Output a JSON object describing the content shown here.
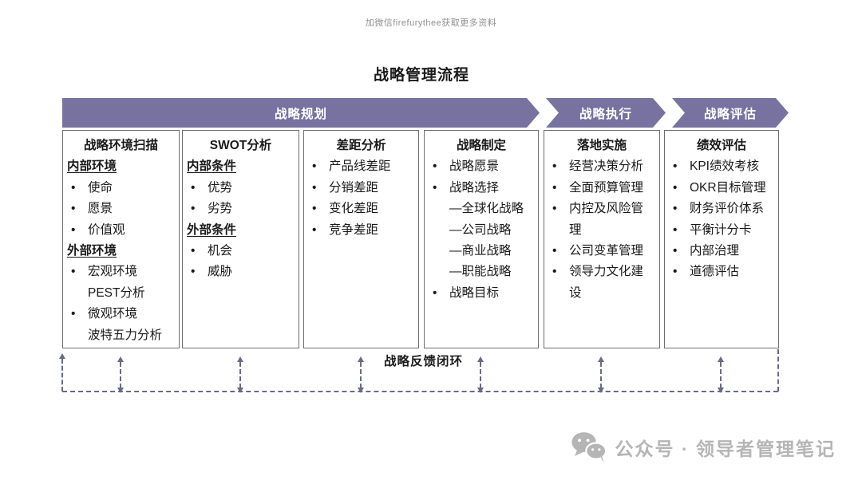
{
  "watermark": "加微信firefurythee获取更多资料",
  "title": "战略管理流程",
  "banner": {
    "segments": [
      "战略规划",
      "战略执行",
      "战略评估"
    ]
  },
  "columns": [
    {
      "header": "战略环境扫描",
      "items": [
        {
          "type": "subheader",
          "text": "内部环境"
        },
        {
          "type": "bullet",
          "text": "使命"
        },
        {
          "type": "bullet",
          "text": "愿景"
        },
        {
          "type": "bullet",
          "text": "价值观"
        },
        {
          "type": "subheader",
          "text": "外部环境"
        },
        {
          "type": "bullet",
          "text": "宏观环境"
        },
        {
          "type": "indent",
          "text": "PEST分析"
        },
        {
          "type": "bullet",
          "text": "微观环境"
        },
        {
          "type": "indent",
          "text": "波特五力分析"
        }
      ]
    },
    {
      "header": "SWOT分析",
      "items": [
        {
          "type": "subheader",
          "text": "内部条件"
        },
        {
          "type": "bullet",
          "text": "优势"
        },
        {
          "type": "bullet",
          "text": "劣势"
        },
        {
          "type": "subheader",
          "text": "外部条件"
        },
        {
          "type": "bullet",
          "text": "机会"
        },
        {
          "type": "bullet",
          "text": "威胁"
        }
      ]
    },
    {
      "header": "差距分析",
      "items": [
        {
          "type": "bullet",
          "text": "产品线差距"
        },
        {
          "type": "bullet",
          "text": "分销差距"
        },
        {
          "type": "bullet",
          "text": "变化差距"
        },
        {
          "type": "bullet",
          "text": "竞争差距"
        }
      ]
    },
    {
      "header": "战略制定",
      "items": [
        {
          "type": "bullet",
          "text": "战略愿景"
        },
        {
          "type": "bullet",
          "text": "战略选择"
        },
        {
          "type": "indent",
          "text": "—全球化战略"
        },
        {
          "type": "indent",
          "text": "—公司战略"
        },
        {
          "type": "indent",
          "text": "—商业战略"
        },
        {
          "type": "indent",
          "text": "—职能战略"
        },
        {
          "type": "bullet",
          "text": "战略目标"
        }
      ]
    },
    {
      "header": "落地实施",
      "items": [
        {
          "type": "bullet",
          "text": "经营决策分析"
        },
        {
          "type": "bullet",
          "text": "全面预算管理"
        },
        {
          "type": "bullet",
          "text": "内控及风险管理"
        },
        {
          "type": "bullet",
          "text": "公司变革管理"
        },
        {
          "type": "bullet",
          "text": "领导力文化建设"
        }
      ]
    },
    {
      "header": "绩效评估",
      "items": [
        {
          "type": "bullet",
          "text": "KPI绩效考核"
        },
        {
          "type": "bullet",
          "text": "OKR目标管理"
        },
        {
          "type": "bullet",
          "text": "财务评价体系"
        },
        {
          "type": "bullet",
          "text": "平衡计分卡"
        },
        {
          "type": "bullet",
          "text": "内部治理"
        },
        {
          "type": "bullet",
          "text": "道德评估"
        }
      ]
    }
  ],
  "feedback_label": "战略反馈闭环",
  "branding": {
    "icon": "wechat-icon",
    "label": "公众号 · 领导者管理笔记"
  },
  "colors": {
    "banner_purple": "#7772A0",
    "dash_purple_gray": "#666C86",
    "box_border_gray": "#6E6E6E",
    "branding_gray": "#B5B5B5",
    "watermark_gray": "#8F8F8F",
    "text_ink": "#1A1A1A"
  }
}
